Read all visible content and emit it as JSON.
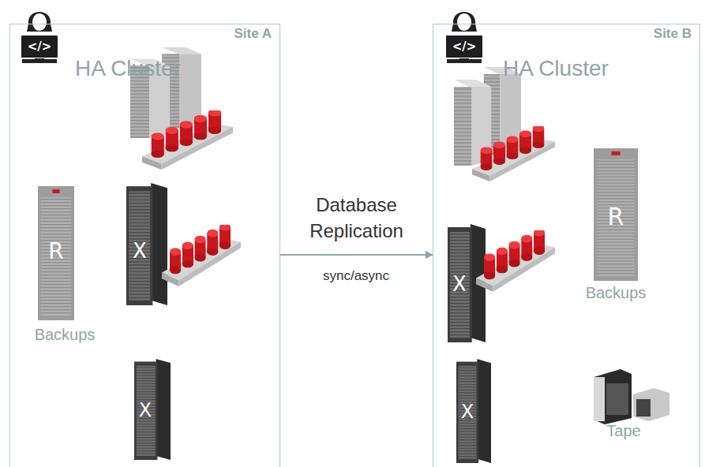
{
  "diagram": {
    "nodes": [
      {
        "text": [
          "Site A",
          "HA Cluster"
        ]
      },
      {
        "text": [
          "Site B",
          "HA Cluster"
        ]
      }
    ],
    "edges": [
      {
        "from": 0,
        "to": 1,
        "arrow": "to",
        "label": "Database Replication"
      }
    ],
    "labels": [
      "</>",
      "R",
      "X",
      "X",
      "Backups",
      "sync/async",
      "</>",
      "X",
      "R",
      "Backups",
      "X",
      "Tape"
    ]
  }
}
